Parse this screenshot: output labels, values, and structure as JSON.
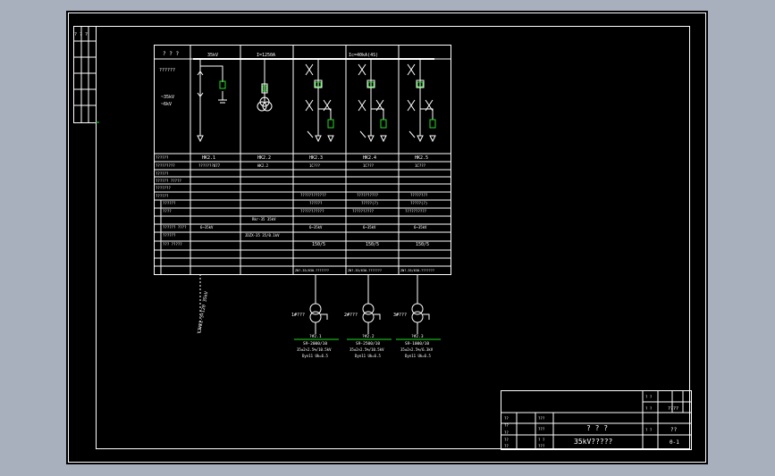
{
  "colors": {
    "background": "#a9b0bd",
    "canvas": "#000000",
    "lines": "#ffffff",
    "accent": "#22dd22"
  },
  "stamp": {
    "label": "? ? ?"
  },
  "header": {
    "title_cell": "? ? ?",
    "bus_label_1": "35kV",
    "bus_label_2": "I=1250A",
    "bus_label_3": "Ic=40kA(4S)"
  },
  "row_header_scheme": "??????",
  "voltage_labels": [
    "~35kV",
    "~6kV"
  ],
  "row_labels": [
    "??????",
    "?????????",
    "??????",
    "??????  ?????",
    "???????",
    "??????"
  ],
  "panels": [
    {
      "id": "HK2.1",
      "model": "???????877"
    },
    {
      "id": "HK2.2",
      "model": "HK2.2"
    },
    {
      "id": "HK2.3",
      "model": "1C???"
    },
    {
      "id": "HK2.4",
      "model": "1C???"
    },
    {
      "id": "HK2.5",
      "model": "1C???"
    }
  ],
  "table_rows": {
    "r_a": [
      "",
      "",
      "",
      "????????????",
      "??????????",
      "????????"
    ],
    "r_b": [
      "",
      "",
      "",
      "??????",
      "?????(?)",
      "?????(?)"
    ],
    "r_c": [
      "",
      "",
      "",
      "???????????",
      "??????????",
      "??????????"
    ],
    "r_d": [
      "",
      "",
      "Rkr-35  35kV",
      "",
      "",
      ""
    ],
    "r_e": [
      "",
      "6~35kV",
      "",
      "6~35kV",
      "6~35kV",
      "6~35kV"
    ],
    "r_f": [
      "",
      "",
      "JDZX-35  35/0.1kV",
      "",
      "",
      ""
    ],
    "r_g": [
      "",
      "",
      "",
      "150/5",
      "150/5",
      "150/5"
    ],
    "r_h": [
      "",
      "",
      "",
      "ZN?-35/630-???????",
      "ZN?-35/630-???????",
      "ZN?-35/630-???????"
    ]
  },
  "left_labels": [
    "??????",
    "????",
    "?????? ????",
    "??????",
    "??? ?????"
  ],
  "cable_label": "YJV22-3×120 35kV",
  "transformers": [
    {
      "tag": "1#???",
      "name": "?#2.1",
      "spec": "S9-2000/10",
      "ratio": "35±2×2.5%/10.5kV",
      "vector": "Dyn11 Uk=6.5"
    },
    {
      "tag": "2#???",
      "name": "?#2.2",
      "spec": "S9-2500/10",
      "ratio": "35±2×2.5%/10.5kV",
      "vector": "Dyn11 Uk=6.5"
    },
    {
      "tag": "3#???",
      "name": "?#2.3",
      "spec": "S9-1000/10",
      "ratio": "35±2×2.5%/6.3kV",
      "vector": "Dyn11 Uk=6.5"
    }
  ],
  "title_block": {
    "drawing_name": "? ? ?",
    "subtitle": "35kV?????",
    "code_1": "????",
    "code_2": "??",
    "sheet_no": "0-1",
    "left_col": [
      "??",
      "??",
      "??",
      "??",
      "??"
    ],
    "left_col2": [
      "???",
      "???",
      "? ?",
      "???"
    ],
    "small_labels": [
      "? ?",
      "? ?",
      "? ?"
    ]
  }
}
